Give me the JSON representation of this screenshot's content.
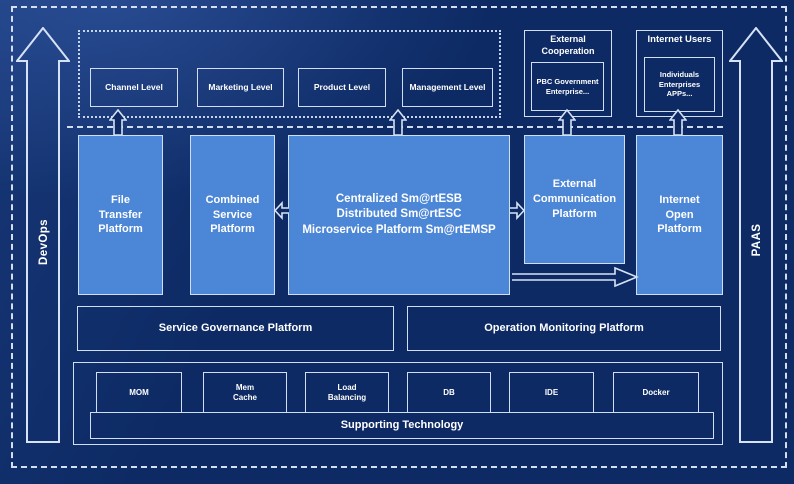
{
  "colors": {
    "background": "#0D2A64",
    "platform_fill": "#4C86D6",
    "line": "#CFDEF2"
  },
  "rails": {
    "left": "DevOps",
    "right": "PAAS"
  },
  "levels": {
    "items": [
      "Channel Level",
      "Marketing Level",
      "Product Level",
      "Management Level"
    ]
  },
  "external_cooperation": {
    "title": "External\nCooperation",
    "members": "PBC Government\nEnterprise..."
  },
  "internet_users": {
    "title": "Internet Users",
    "members": "Individuals\nEnterprises\nAPPs..."
  },
  "platforms": {
    "file_transfer": "File\nTransfer\nPlatform",
    "combined_service": "Combined\nService\nPlatform",
    "central_esb": "Centralized Sm@rtESB\nDistributed Sm@rtESC\nMicroservice Platform Sm@rtEMSP",
    "external_communication": "External\nCommunication\nPlatform",
    "internet_open": "Internet\nOpen\nPlatform"
  },
  "governance": {
    "service": "Service Governance Platform",
    "operation": "Operation Monitoring Platform"
  },
  "supporting": {
    "items": [
      "MOM",
      "Mem\nCache",
      "Load\nBalancing",
      "DB",
      "IDE",
      "Docker"
    ],
    "label": "Supporting Technology"
  }
}
